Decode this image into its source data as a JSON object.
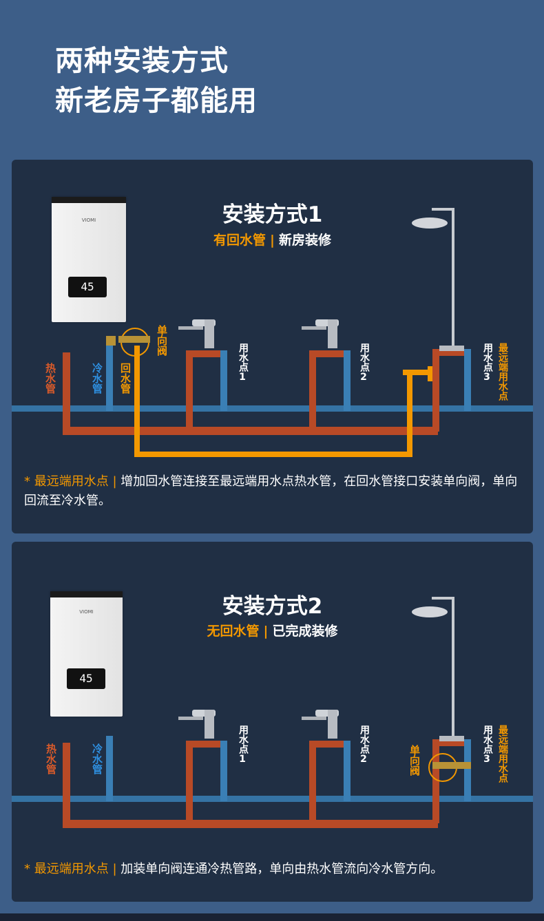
{
  "header": {
    "line1": "两种安装方式",
    "line2": "新老房子都能用"
  },
  "colors": {
    "hot": "#b84a26",
    "cold": "#3a7fb5",
    "return": "#f39800",
    "panel": "#202f44",
    "background": "#3d5e88"
  },
  "panel1": {
    "title": "安装方式1",
    "subtitle_a": "有回水管",
    "subtitle_sep": "|",
    "subtitle_b": "新房装修",
    "heater_brand": "VIOMI",
    "heater_display": "45",
    "label_hot": "热水管",
    "label_cold": "冷水管",
    "label_return": "回水管",
    "label_valve": "单向阀",
    "point1_text": "用水点",
    "point1_num": "1",
    "point2_text": "用水点",
    "point2_num": "2",
    "point3_text": "用水点",
    "point3_num": "3",
    "far_label": "最远端用水点",
    "note_star": "* 最远端用水点 |",
    "note_text": " 增加回水管连接至最远端用水点热水管，在回水管接口安装单向阀，单向回流至冷水管。"
  },
  "panel2": {
    "title": "安装方式2",
    "subtitle_a": "无回水管",
    "subtitle_sep": "|",
    "subtitle_b": "已完成装修",
    "heater_brand": "VIOMI",
    "heater_display": "45",
    "label_hot": "热水管",
    "label_cold": "冷水管",
    "label_valve": "单向阀",
    "point1_text": "用水点",
    "point1_num": "1",
    "point2_text": "用水点",
    "point2_num": "2",
    "point3_text": "用水点",
    "point3_num": "3",
    "far_label": "最远端用水点",
    "note_star": "* 最远端用水点 |",
    "note_text": " 加装单向阀连通冷热管路，单向由热水管流向冷水管方向。"
  }
}
